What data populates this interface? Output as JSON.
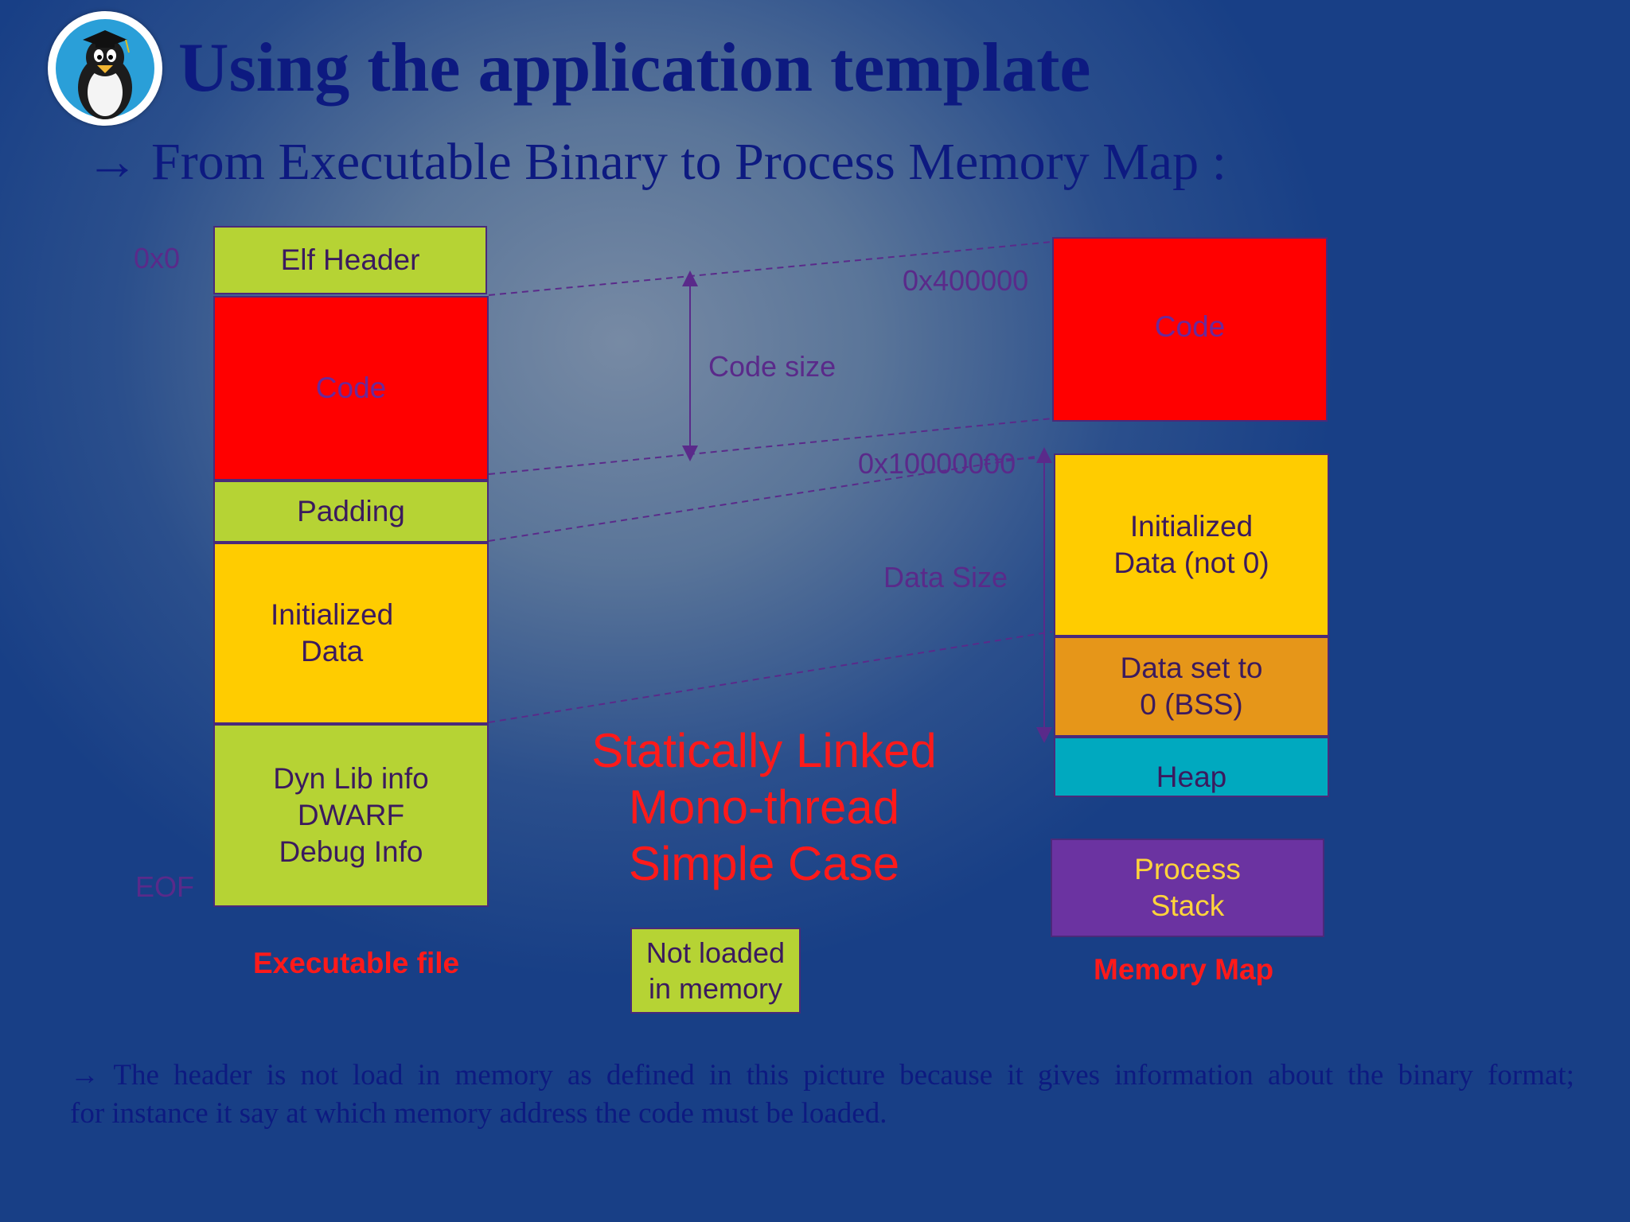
{
  "header": {
    "title": "Using the application template",
    "subtitle_arrow": "→",
    "subtitle": "From Executable Binary to Process Memory Map :"
  },
  "executable": {
    "label": "Executable file",
    "start_address": "0x0",
    "end_label": "EOF",
    "sections": {
      "elf_header": "Elf Header",
      "code": "Code",
      "padding": "Padding",
      "init_data": "Initialized\nData",
      "debug": "Dyn Lib info\nDWARF\nDebug Info"
    }
  },
  "memory_map": {
    "label": "Memory Map",
    "code_address": "0x400000",
    "data_address": "0x10000000",
    "sections": {
      "code": "Code",
      "init_data": "Initialized\nData (not 0)",
      "bss": "Data set to\n0 (BSS)",
      "heap": "Heap",
      "stack": "Process\nStack"
    }
  },
  "annotations": {
    "code_size": "Code size",
    "data_size": "Data Size",
    "case": "Statically Linked\nMono-thread\nSimple Case",
    "legend": "Not loaded\nin memory"
  },
  "footnote": {
    "arrow": "→",
    "line1": "The header is not load in memory as defined in this picture because it gives information about the binary format;",
    "line2": "for instance it say at which memory address the code must be loaded."
  },
  "colors": {
    "title": "#0d1a80",
    "not_loaded": "#b6d334",
    "code": "#ff0000",
    "initialized_data": "#ffcc00",
    "bss": "#e69619",
    "heap": "#00a9bf",
    "stack": "#6b33a1",
    "emphasis": "#ff1a1a"
  },
  "icons": {
    "logo": "tux-penguin-graduate-icon"
  }
}
